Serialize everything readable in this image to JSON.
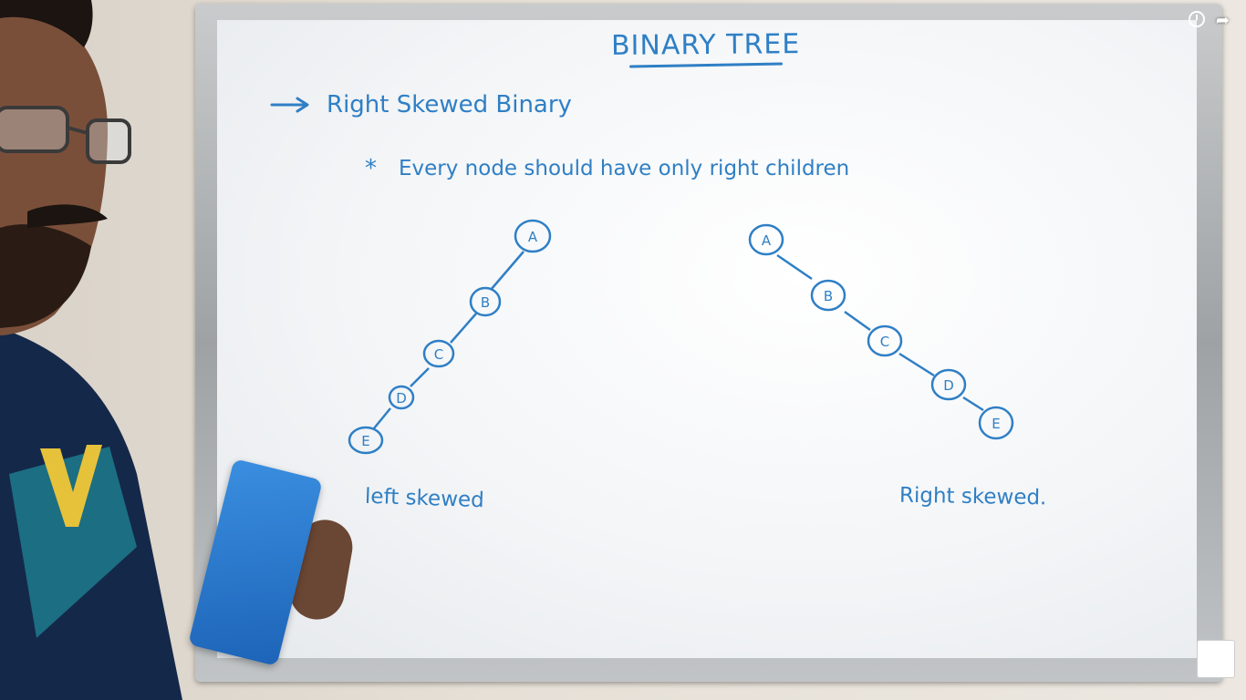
{
  "board": {
    "title": "BINARY TREE",
    "heading_text": "Right Skewed Binary",
    "bullet_star": "*",
    "bullet_text": "Every node should have only right children",
    "caption_left": "left skewed",
    "caption_right": "Right skewed."
  },
  "left_tree": {
    "nodes": [
      "A",
      "B",
      "C",
      "D",
      "E"
    ]
  },
  "right_tree": {
    "nodes": [
      "A",
      "B",
      "C",
      "D",
      "E"
    ]
  },
  "colors": {
    "ink": "#2f7fc5",
    "duster": "#1d64b8",
    "shirt": "#14284a"
  },
  "icons": {
    "arrow": "right-arrow-icon",
    "watch_later": "clock-icon",
    "share": "share-icon"
  }
}
